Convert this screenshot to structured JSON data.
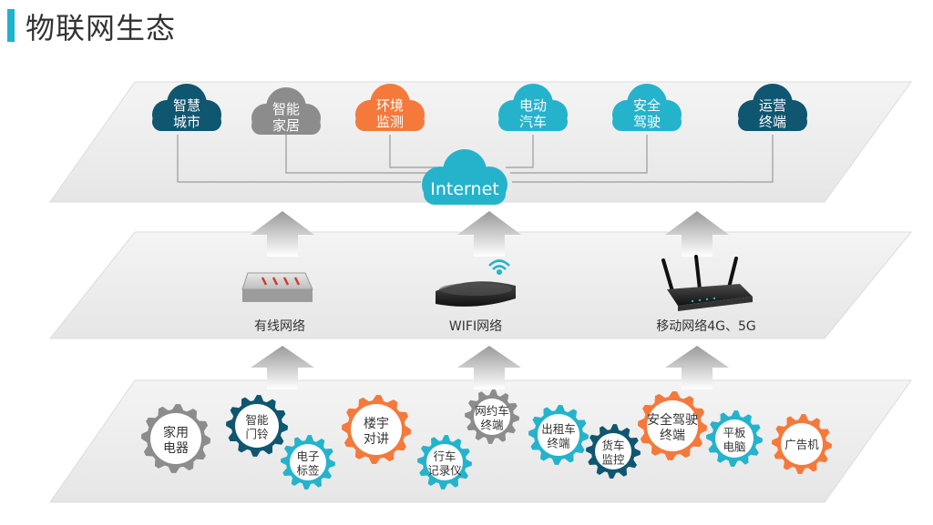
{
  "title": "物联网生态",
  "colors": {
    "dark_blue": "#0f5670",
    "gray": "#8c8c8c",
    "orange": "#f5793b",
    "cyan": "#25b3cc",
    "teal": "#1d9bb3",
    "accent": "#1fb3cc"
  },
  "top_layer": {
    "hub": "Internet",
    "clouds": [
      {
        "line1": "智慧",
        "line2": "城市",
        "color": "dark_blue"
      },
      {
        "line1": "智能",
        "line2": "家居",
        "color": "gray"
      },
      {
        "line1": "环境",
        "line2": "监测",
        "color": "orange"
      },
      {
        "line1": "电动",
        "line2": "汽车",
        "color": "cyan"
      },
      {
        "line1": "安全",
        "line2": "驾驶",
        "color": "cyan"
      },
      {
        "line1": "运营",
        "line2": "终端",
        "color": "dark_blue"
      }
    ]
  },
  "middle_layer": {
    "networks": [
      {
        "label": "有线网络",
        "icon": "wired-switch-icon"
      },
      {
        "label": "WIFI网络",
        "icon": "wifi-router-icon"
      },
      {
        "label": "移动网络4G、5G",
        "icon": "antenna-router-icon"
      }
    ]
  },
  "bottom_layer": {
    "gears": [
      {
        "line1": "家用",
        "line2": "电器",
        "color": "gray"
      },
      {
        "line1": "智能",
        "line2": "门铃",
        "color": "dark_blue"
      },
      {
        "line1": "电子",
        "line2": "标签",
        "color": "cyan"
      },
      {
        "line1": "楼宇",
        "line2": "对讲",
        "color": "orange"
      },
      {
        "line1": "行车",
        "line2": "记录仪",
        "color": "cyan"
      },
      {
        "line1": "网约车",
        "line2": "终端",
        "color": "gray"
      },
      {
        "line1": "出租车",
        "line2": "终端",
        "color": "cyan"
      },
      {
        "line1": "货车",
        "line2": "监控",
        "color": "dark_blue"
      },
      {
        "line1": "安全驾驶",
        "line2": "终端",
        "color": "orange"
      },
      {
        "line1": "平板",
        "line2": "电脑",
        "color": "cyan"
      },
      {
        "line1": "广告机",
        "line2": "",
        "color": "orange"
      }
    ]
  }
}
